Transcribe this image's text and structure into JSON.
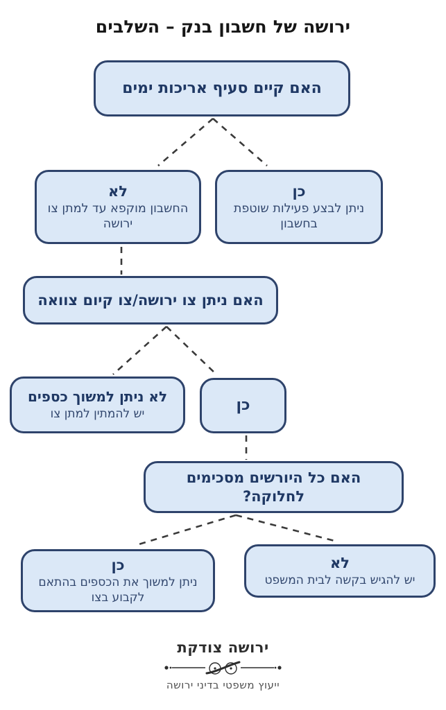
{
  "page": {
    "title": "ירושה של חשבון בנק – השלבים"
  },
  "flowchart": {
    "nodes": [
      {
        "id": "q1",
        "title": "האם קיים סעיף אריכות ימים",
        "subtitle": ""
      },
      {
        "id": "q1-no",
        "title": "לא",
        "subtitle": "החשבון מוקפא עד למתן צו ירושה"
      },
      {
        "id": "q1-yes",
        "title": "כן",
        "subtitle": "ניתן לבצע פעילות שוטפת בחשבון"
      },
      {
        "id": "q2",
        "title": "האם ניתן צו ירושה/צו קיום צוואה",
        "subtitle": ""
      },
      {
        "id": "q2-no",
        "title": "לא ניתן למשוך כספים",
        "subtitle": "יש להמתין למתן צו"
      },
      {
        "id": "q2-yes",
        "title": "כן",
        "subtitle": ""
      },
      {
        "id": "q3",
        "title": "האם כל היורשים מסכימים לחלוקה?",
        "subtitle": ""
      },
      {
        "id": "q3-yes",
        "title": "כן",
        "subtitle": "ניתן למשוך את הכספים בהתאם לקבוע בצו"
      },
      {
        "id": "q3-no",
        "title": "לא",
        "subtitle": "יש להגיש בקשה לבית המשפט"
      }
    ]
  },
  "footer": {
    "brand": "ירושה צודקת",
    "tagline": "ייעוץ משפטי בדיני ירושה"
  },
  "colors": {
    "box_fill": "#dbe8f7",
    "box_border": "#2e436b",
    "title_ink": "#1f3864",
    "subtitle_ink": "#32476e",
    "connector_ink": "#3a3a3a"
  }
}
